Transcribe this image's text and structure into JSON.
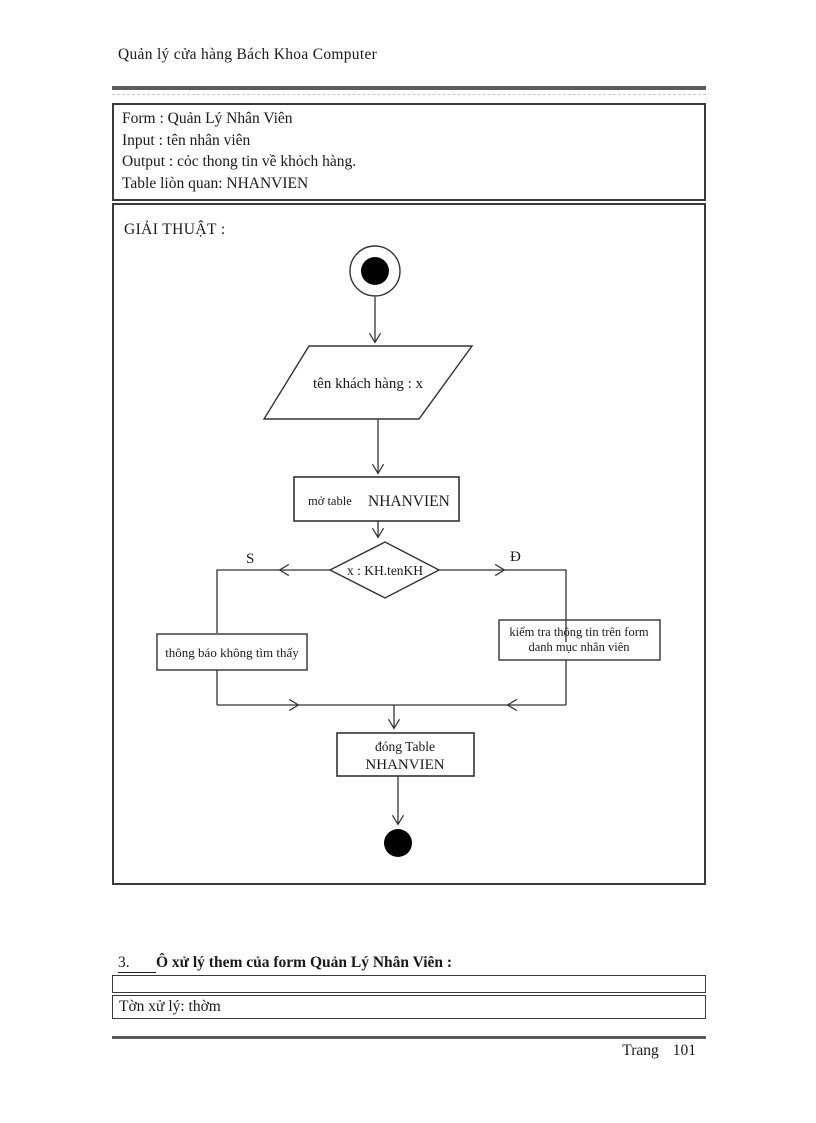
{
  "page": {
    "header": "Quản lý cửa hàng Bách Khoa Computer",
    "footer_label": "Trang",
    "footer_page": "101"
  },
  "form_info": {
    "line_form": "Form : Quản Lý Nhân Viên",
    "line_input": "Input : tên nhân viên",
    "line_output": "Output : cỏc thong tin về khỏch hàng.",
    "line_table": "Table liòn  quan: NHANVIEN"
  },
  "flowchart": {
    "title": "GIẢI THUẬT :",
    "nodes": {
      "input": "tên khách hàng : x",
      "open_table_prefix": "mở table",
      "open_table_name": "NHANVIEN",
      "decision": "x : KH.tenKH",
      "branch_no": "S",
      "branch_yes": "Đ",
      "not_found": "thông báo không tìm thấy",
      "check_line1": "kiểm tra thông tin trên form",
      "check_line2": "danh mục nhân viên",
      "close_line1": "đóng Table",
      "close_line2": "NHANVIEN"
    }
  },
  "section3": {
    "number": "3.",
    "title": "Ô xử lý them của form Quản Lý Nhân Viên :",
    "table": {
      "row1": "",
      "row2": "Tờn xử lý:  thờm"
    }
  }
}
